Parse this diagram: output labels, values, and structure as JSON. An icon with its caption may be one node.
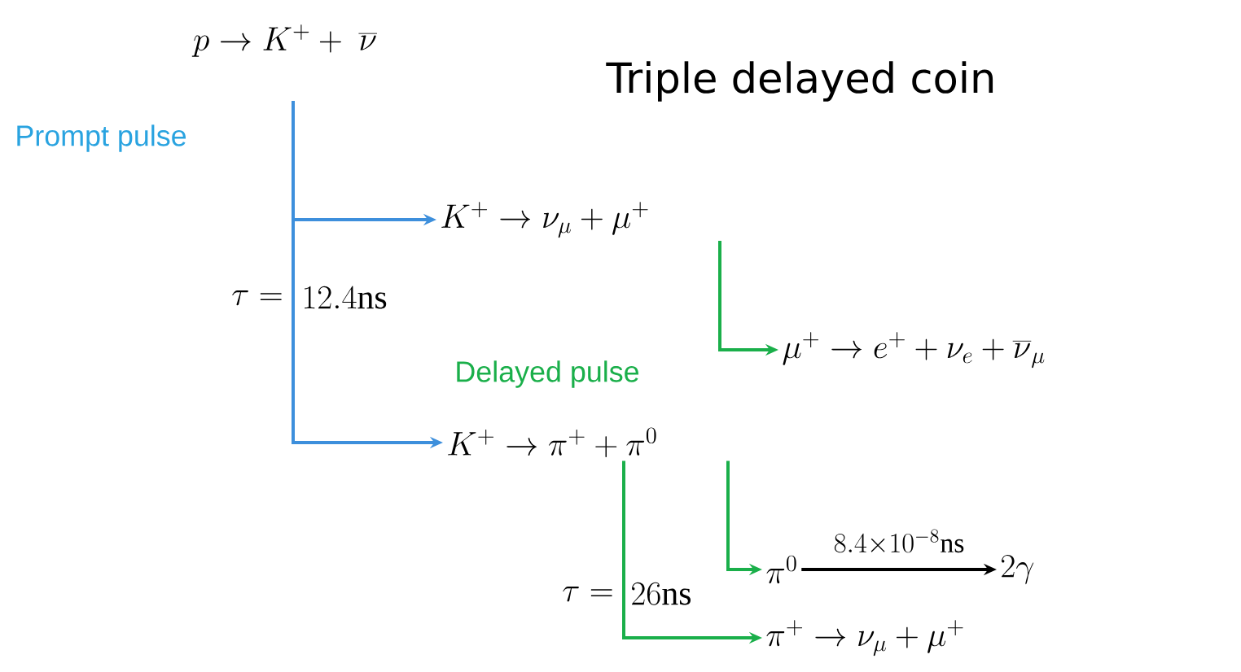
{
  "diagram": {
    "title": "Triple delayed coin",
    "nodes": [
      {
        "text": [
          "p \\rightarrow K^{+} + \\ \\overline{\\nu}"
        ]
      },
      {
        "text": [
          "K^{+} \\rightarrow \\nu_{\\mu} + \\mu^{+}"
        ]
      },
      {
        "text": [
          "\\mu^{+} \\rightarrow e^{+} + \\nu_{e} + \\overline{\\nu}_{\\mu}"
        ]
      },
      {
        "text": [
          "K^{+} \\rightarrow \\pi^{+} + \\pi^{0}"
        ]
      },
      {
        "text": [
          "\\pi^{0}"
        ]
      },
      {
        "text": [
          "2\\gamma"
        ]
      },
      {
        "text": [
          "\\pi^{+} \\rightarrow \\nu_{\\mu} + \\mu^{+}"
        ]
      }
    ],
    "edges": [
      {
        "from": 0,
        "to": 1,
        "arrow": "to",
        "color": "#3d8fdc"
      },
      {
        "from": 0,
        "to": 3,
        "arrow": "to",
        "color": "#3d8fdc"
      },
      {
        "from": 1,
        "to": 2,
        "arrow": "to"
      },
      {
        "from": 3,
        "to": 4,
        "arrow": "to"
      },
      {
        "from": 3,
        "to": 6,
        "arrow": "to"
      },
      {
        "from": 4,
        "to": 5,
        "arrow": "to",
        "label": "8.4{\\times}10^{-8}\\mathrm{ns}",
        "color": "#000000"
      }
    ],
    "labels": [
      "Prompt pulse",
      "\\tau =",
      "12.4\\mathrm{ns}",
      "Delayed pulse",
      "\\tau =",
      "26\\mathrm{ns}"
    ]
  }
}
